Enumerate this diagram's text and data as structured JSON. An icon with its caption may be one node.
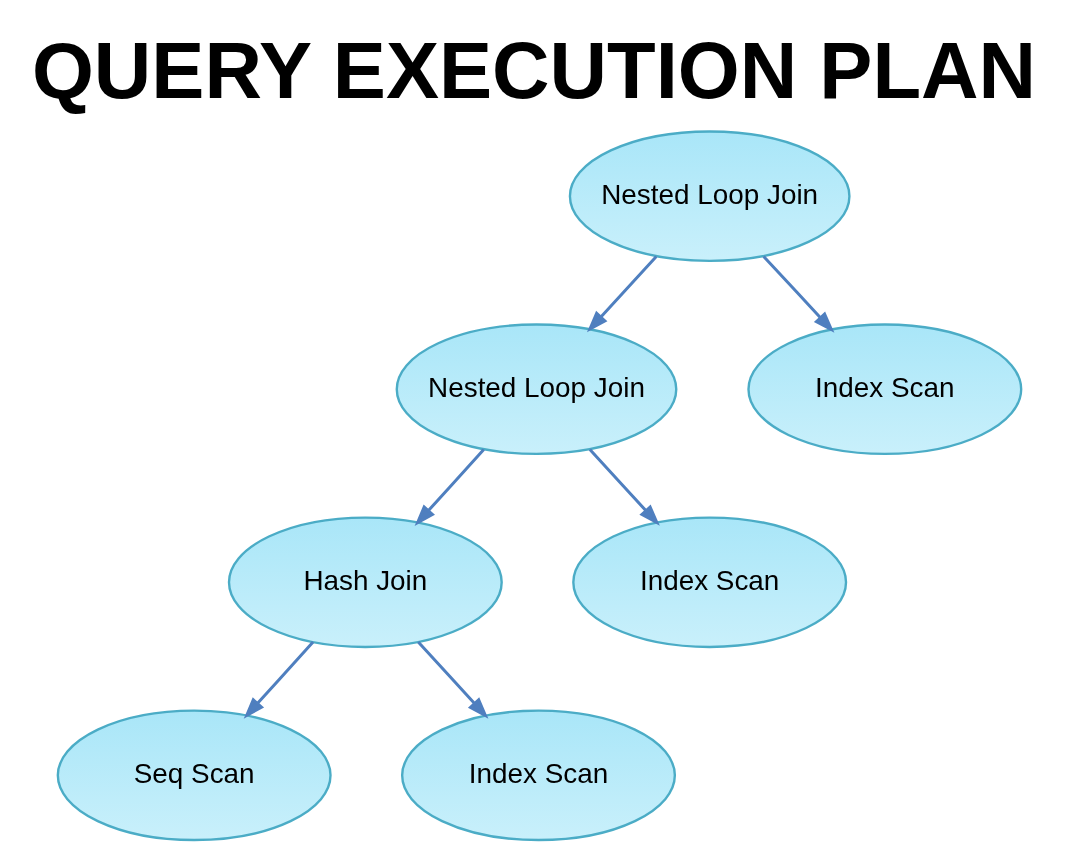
{
  "diagram": {
    "title": "QUERY EXECUTION PLAN",
    "nodes": [
      {
        "text": [
          "Nested Loop Join"
        ]
      },
      {
        "text": [
          "Nested Loop Join"
        ]
      },
      {
        "text": [
          "Index Scan"
        ]
      },
      {
        "text": [
          "Hash Join"
        ]
      },
      {
        "text": [
          "Index Scan"
        ]
      },
      {
        "text": [
          "Seq Scan"
        ]
      },
      {
        "text": [
          "Index Scan"
        ]
      }
    ],
    "edges": [
      {
        "from": 0,
        "to": 1,
        "arrow": "to"
      },
      {
        "from": 0,
        "to": 2,
        "arrow": "to"
      },
      {
        "from": 1,
        "to": 3,
        "arrow": "to"
      },
      {
        "from": 1,
        "to": 4,
        "arrow": "to"
      },
      {
        "from": 3,
        "to": 5,
        "arrow": "to"
      },
      {
        "from": 3,
        "to": 6,
        "arrow": "to"
      }
    ]
  }
}
